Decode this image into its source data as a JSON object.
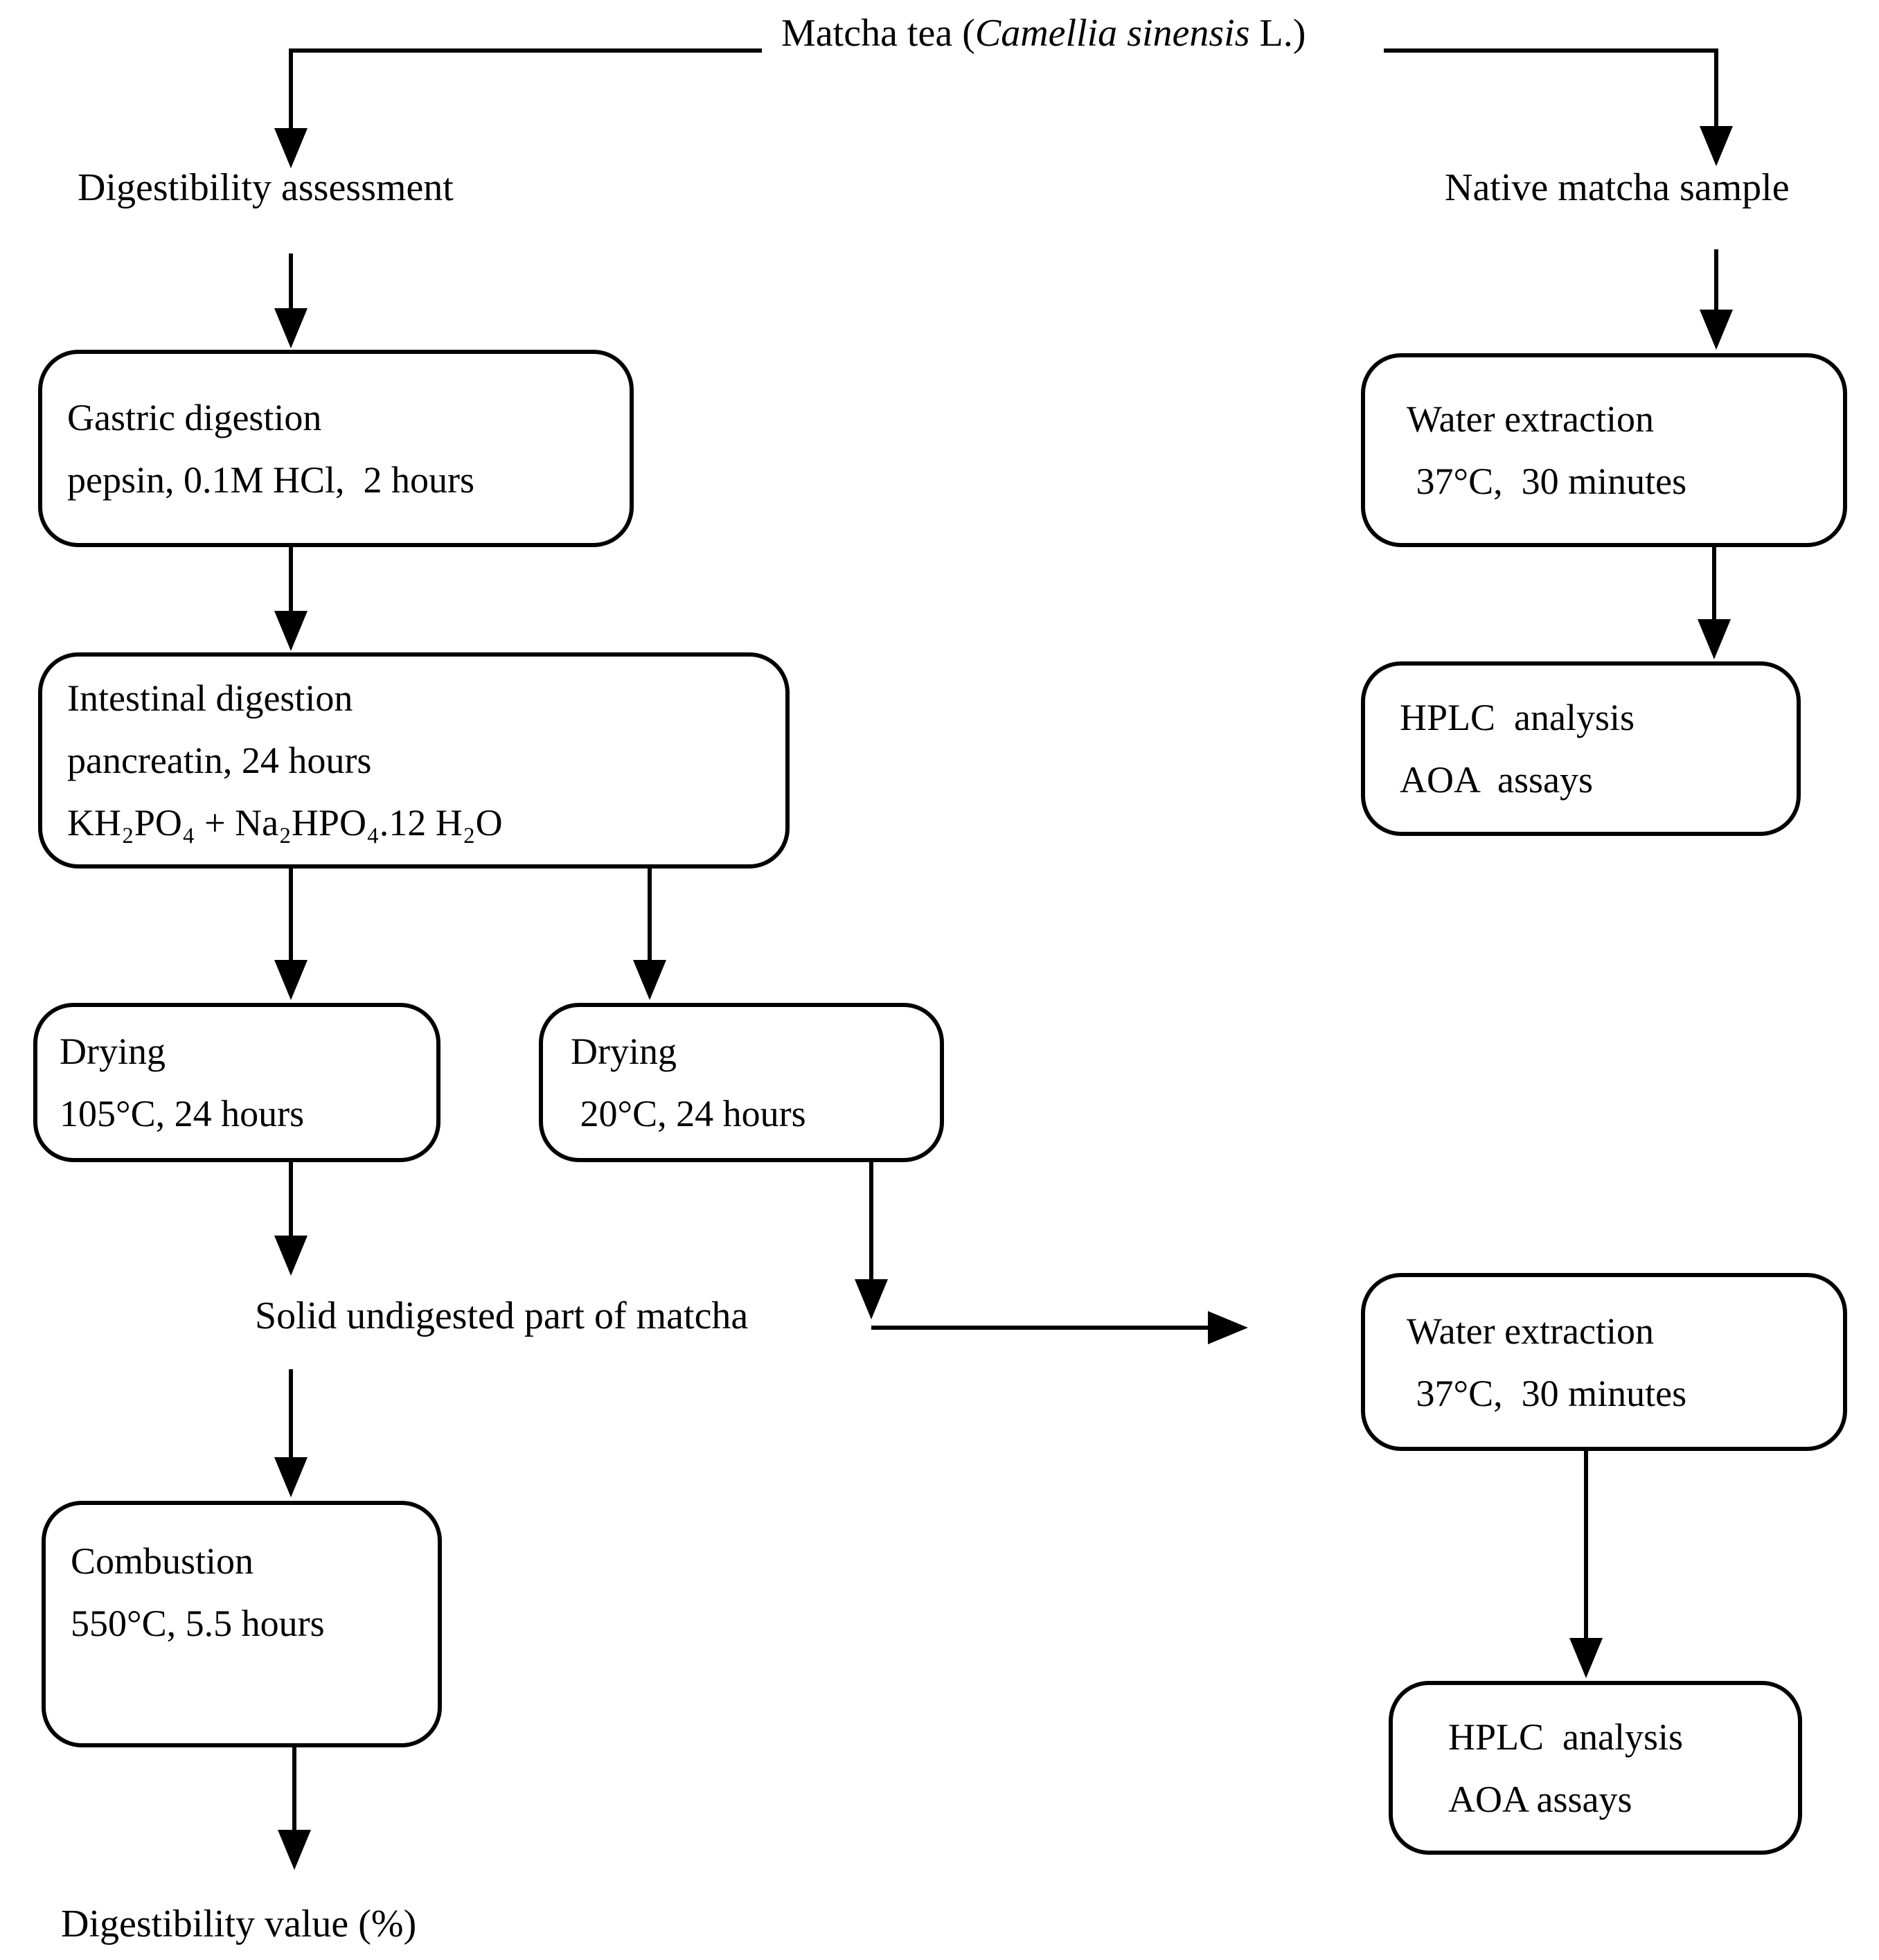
{
  "figure": {
    "title": {
      "prefix": "Matcha tea (",
      "species": "Camellia sinensis",
      "suffix": " L.)"
    },
    "labels": {
      "digestibility_assessment": "Digestibility assessment",
      "native_matcha_sample": "Native matcha sample",
      "solid_undigested": "Solid undigested part of matcha",
      "digestibility_value": "Digestibility value (%)"
    },
    "nodes": {
      "gastric": {
        "lines": [
          "Gastric digestion",
          "pepsin, 0.1M HCl,  2 hours"
        ]
      },
      "intestinal": {
        "lines": [
          "Intestinal digestion",
          "pancreatin, 24 hours",
          "KH₂PO₄ + Na₂HPO₄.12 H₂O"
        ]
      },
      "drying_105": {
        "lines": [
          "Drying",
          "105°C, 24 hours"
        ]
      },
      "drying_20": {
        "lines": [
          "Drying",
          " 20°C, 24 hours"
        ]
      },
      "combustion": {
        "lines": [
          "Combustion",
          "550°C, 5.5 hours"
        ]
      },
      "water_extraction_1": {
        "lines": [
          "Water extraction",
          " 37°C,  30 minutes"
        ]
      },
      "hplc_1": {
        "lines": [
          "HPLC  analysis",
          "AOA  assays"
        ]
      },
      "water_extraction_2": {
        "lines": [
          "Water extraction",
          " 37°C,  30 minutes"
        ]
      },
      "hplc_2": {
        "lines": [
          "HPLC  analysis",
          "AOA assays"
        ]
      }
    },
    "edges": [
      "Matcha tea -> Digestibility assessment",
      "Matcha tea -> Native matcha sample",
      "Digestibility assessment -> Gastric digestion",
      "Gastric digestion -> Intestinal digestion",
      "Intestinal digestion -> Drying 105°C",
      "Intestinal digestion -> Drying 20°C",
      "Drying 105°C -> Solid undigested part of matcha",
      "Drying 20°C -> Water extraction (2)",
      "Solid undigested part of matcha -> Combustion",
      "Combustion -> Digestibility value (%)",
      "Native matcha sample -> Water extraction (1)",
      "Water extraction (1) -> HPLC analysis / AOA assays",
      "Water extraction (2) -> HPLC analysis / AOA assays"
    ]
  }
}
